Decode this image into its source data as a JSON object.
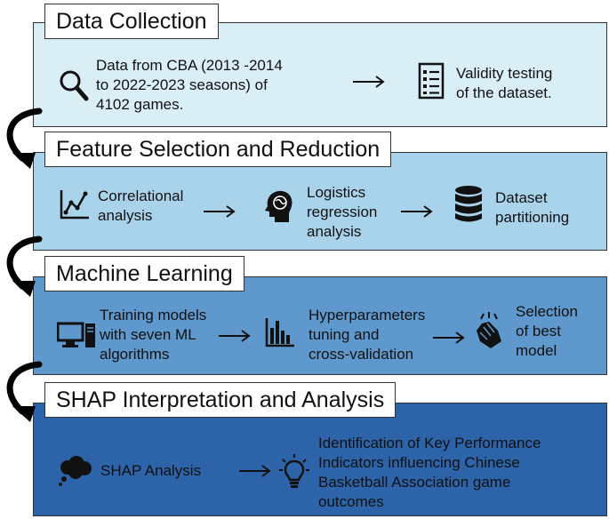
{
  "stages": [
    {
      "title": "Data Collection",
      "steps": [
        {
          "icon": "magnifier-icon",
          "lines": [
            "Data from CBA (2013 -2014",
            "to 2022-2023 seasons) of",
            "4102 games."
          ]
        },
        {
          "icon": "checklist-icon",
          "lines": [
            "Validity testing",
            "of the dataset."
          ]
        }
      ]
    },
    {
      "title": "Feature Selection and Reduction",
      "steps": [
        {
          "icon": "line-chart-icon",
          "lines": [
            "Correlational",
            "analysis"
          ]
        },
        {
          "icon": "brain-head-icon",
          "lines": [
            "Logistics",
            "regression",
            "analysis"
          ]
        },
        {
          "icon": "database-icon",
          "lines": [
            "Dataset",
            "partitioning"
          ]
        }
      ]
    },
    {
      "title": "Machine Learning",
      "steps": [
        {
          "icon": "computer-icon",
          "lines": [
            "Training models",
            "with seven ML",
            "algorithms"
          ]
        },
        {
          "icon": "bar-chart-icon",
          "lines": [
            "Hyperparameters",
            "tuning and",
            "cross-validation"
          ]
        },
        {
          "icon": "clapping-hands-icon",
          "lines": [
            "Selection",
            "of best",
            "model"
          ]
        }
      ]
    },
    {
      "title": "SHAP Interpretation and Analysis",
      "steps": [
        {
          "icon": "thought-cloud-icon",
          "lines": [
            "SHAP Analysis"
          ]
        },
        {
          "icon": "lightbulb-icon",
          "lines": [
            "Identification of Key Performance",
            "Indicators influencing Chinese",
            "Basketball Association game",
            "outcomes"
          ]
        }
      ]
    }
  ]
}
